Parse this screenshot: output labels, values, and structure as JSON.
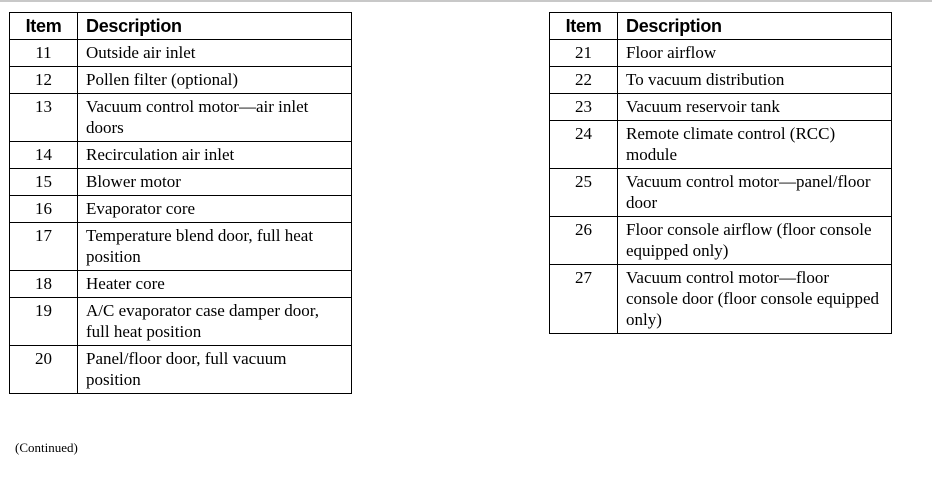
{
  "left_table": {
    "headers": {
      "item": "Item",
      "description": "Description"
    },
    "rows": [
      {
        "item": "11",
        "description": "Outside air inlet"
      },
      {
        "item": "12",
        "description": "Pollen filter (optional)"
      },
      {
        "item": "13",
        "description": "Vacuum control motor—air inlet doors"
      },
      {
        "item": "14",
        "description": "Recirculation air inlet"
      },
      {
        "item": "15",
        "description": "Blower motor"
      },
      {
        "item": "16",
        "description": "Evaporator core"
      },
      {
        "item": "17",
        "description": "Temperature blend door, full heat position"
      },
      {
        "item": "18",
        "description": "Heater core"
      },
      {
        "item": "19",
        "description": "A/C evaporator case damper door, full heat position"
      },
      {
        "item": "20",
        "description": "Panel/floor door, full vacuum position"
      }
    ]
  },
  "right_table": {
    "headers": {
      "item": "Item",
      "description": "Description"
    },
    "rows": [
      {
        "item": "21",
        "description": "Floor airflow"
      },
      {
        "item": "22",
        "description": "To vacuum distribution"
      },
      {
        "item": "23",
        "description": "Vacuum reservoir tank"
      },
      {
        "item": "24",
        "description": "Remote climate control (RCC) module"
      },
      {
        "item": "25",
        "description": "Vacuum control motor—panel/floor door"
      },
      {
        "item": "26",
        "description": "Floor console airflow (floor console equipped only)"
      },
      {
        "item": "27",
        "description": "Vacuum control motor—floor console door (floor console equipped only)"
      }
    ]
  },
  "continued_note": "(Continued)"
}
